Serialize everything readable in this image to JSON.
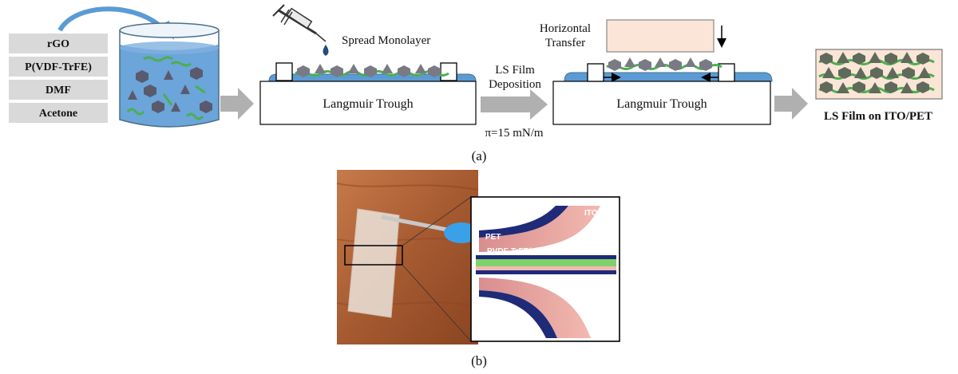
{
  "ingredients": [
    "rGO",
    "P(VDF-TrFE)",
    "DMF",
    "Acetone"
  ],
  "step_spread": "Spread Monolayer",
  "trough_label": "Langmuir Trough",
  "deposition": {
    "line1": "LS Film",
    "line2": "Deposition",
    "pressure": "π=15 mN/m"
  },
  "transfer": {
    "line1": "Horizontal",
    "line2": "Transfer"
  },
  "result_label": "LS Film on ITO/PET",
  "panel_a": "(a)",
  "panel_b": "(b)",
  "inset": {
    "ito": "ITO",
    "pet": "PET",
    "film": "PVDF-TrFE/rGO"
  },
  "colors": {
    "ingredient_box": "#d9d9d9",
    "solution_blue": "#5b9bd5",
    "beaker_outline": "#4a6f8a",
    "arrow_gray": "#b0b0b0",
    "substrate_peach": "#fbe5d6",
    "pet_navy": "#1f2a78",
    "ito_pink": "#e8a0a0",
    "film_green": "#7fd26a",
    "wood": "#a0522d"
  }
}
